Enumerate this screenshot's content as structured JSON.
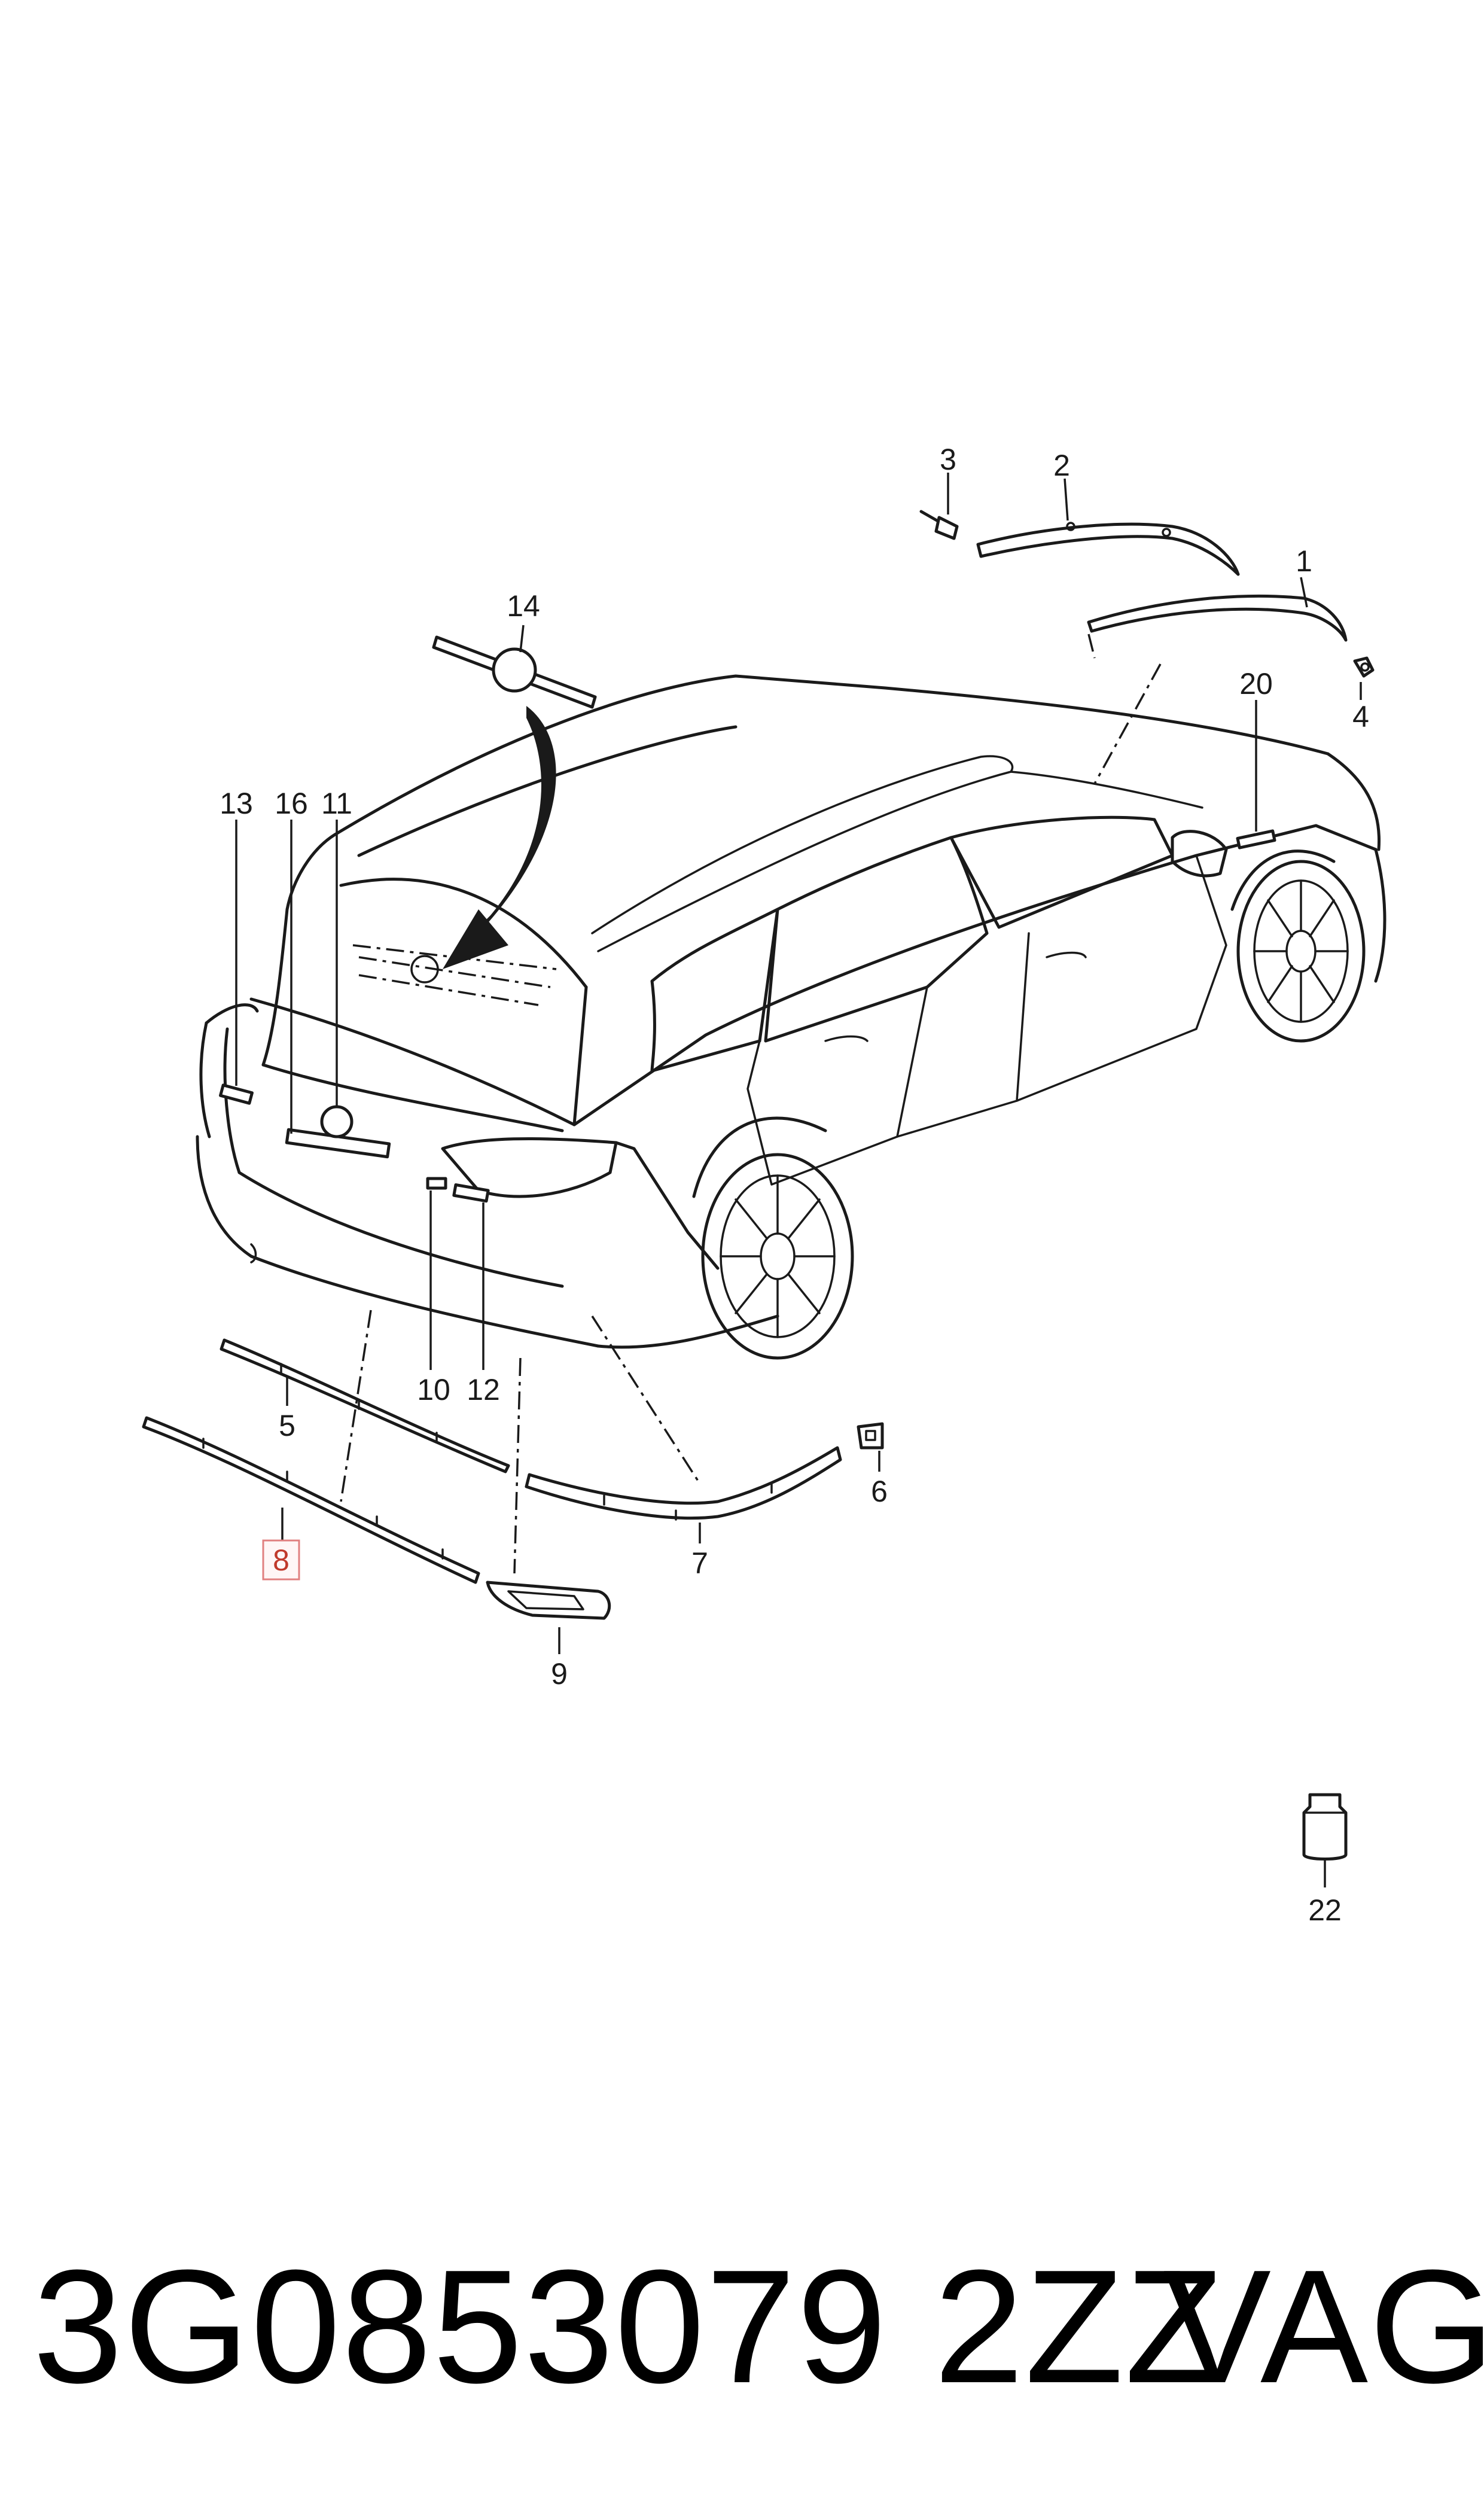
{
  "callouts": [
    {
      "label": "1"
    },
    {
      "label": "2"
    },
    {
      "label": "3"
    },
    {
      "label": "4"
    },
    {
      "label": "5"
    },
    {
      "label": "6"
    },
    {
      "label": "7"
    },
    {
      "label": "8",
      "highlighted": true
    },
    {
      "label": "9"
    },
    {
      "label": "10"
    },
    {
      "label": "11"
    },
    {
      "label": "12"
    },
    {
      "label": "13"
    },
    {
      "label": "14"
    },
    {
      "label": "16"
    },
    {
      "label": "20"
    },
    {
      "label": "22"
    }
  ],
  "footer": {
    "part_number": "3G0853079 2ZZ",
    "brand": "VAG"
  },
  "colors": {
    "line": "#1a1a1a",
    "highlight_box": "#e08080",
    "background": "#ffffff"
  }
}
